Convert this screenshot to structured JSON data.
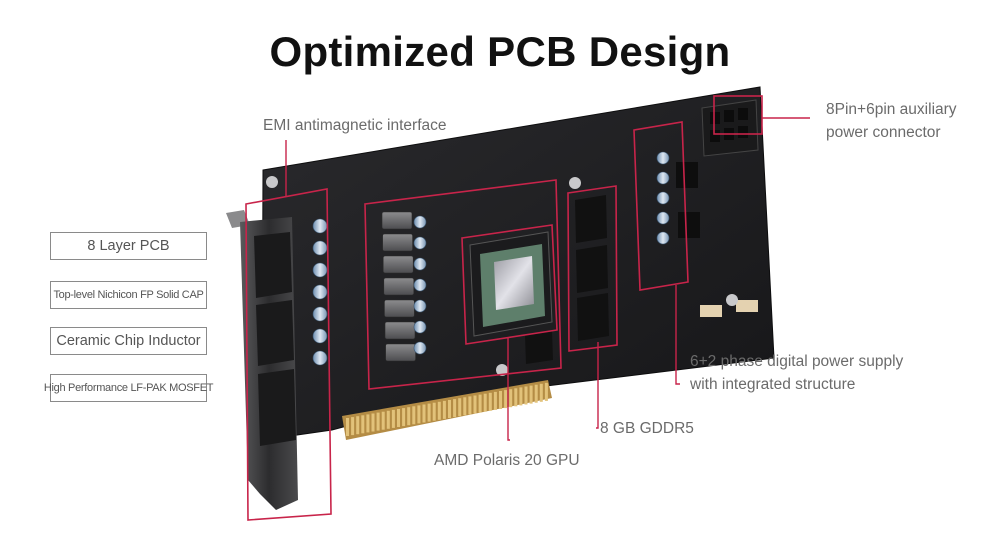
{
  "title": "Optimized PCB Design",
  "labels": {
    "emi": "EMI antimagnetic interface",
    "power_connector_line1": "8Pin+6pin auxiliary",
    "power_connector_line2": "power connector",
    "phase_line1": "6+2 phase digital power supply",
    "phase_line2": "with integrated structure",
    "memory": "8 GB GDDR5",
    "gpu": "AMD Polaris 20 GPU"
  },
  "feature_boxes": [
    "8 Layer PCB",
    "Top-level Nichicon FP Solid CAP",
    "Ceramic Chip Inductor",
    "High Performance LF-PAK MOSFET"
  ],
  "colors": {
    "accent": "#c8244a",
    "pcb": "#1e1e20",
    "bracket": "#3a3a3c",
    "gold": "#c9a35a",
    "text": "#6b6b6b"
  }
}
